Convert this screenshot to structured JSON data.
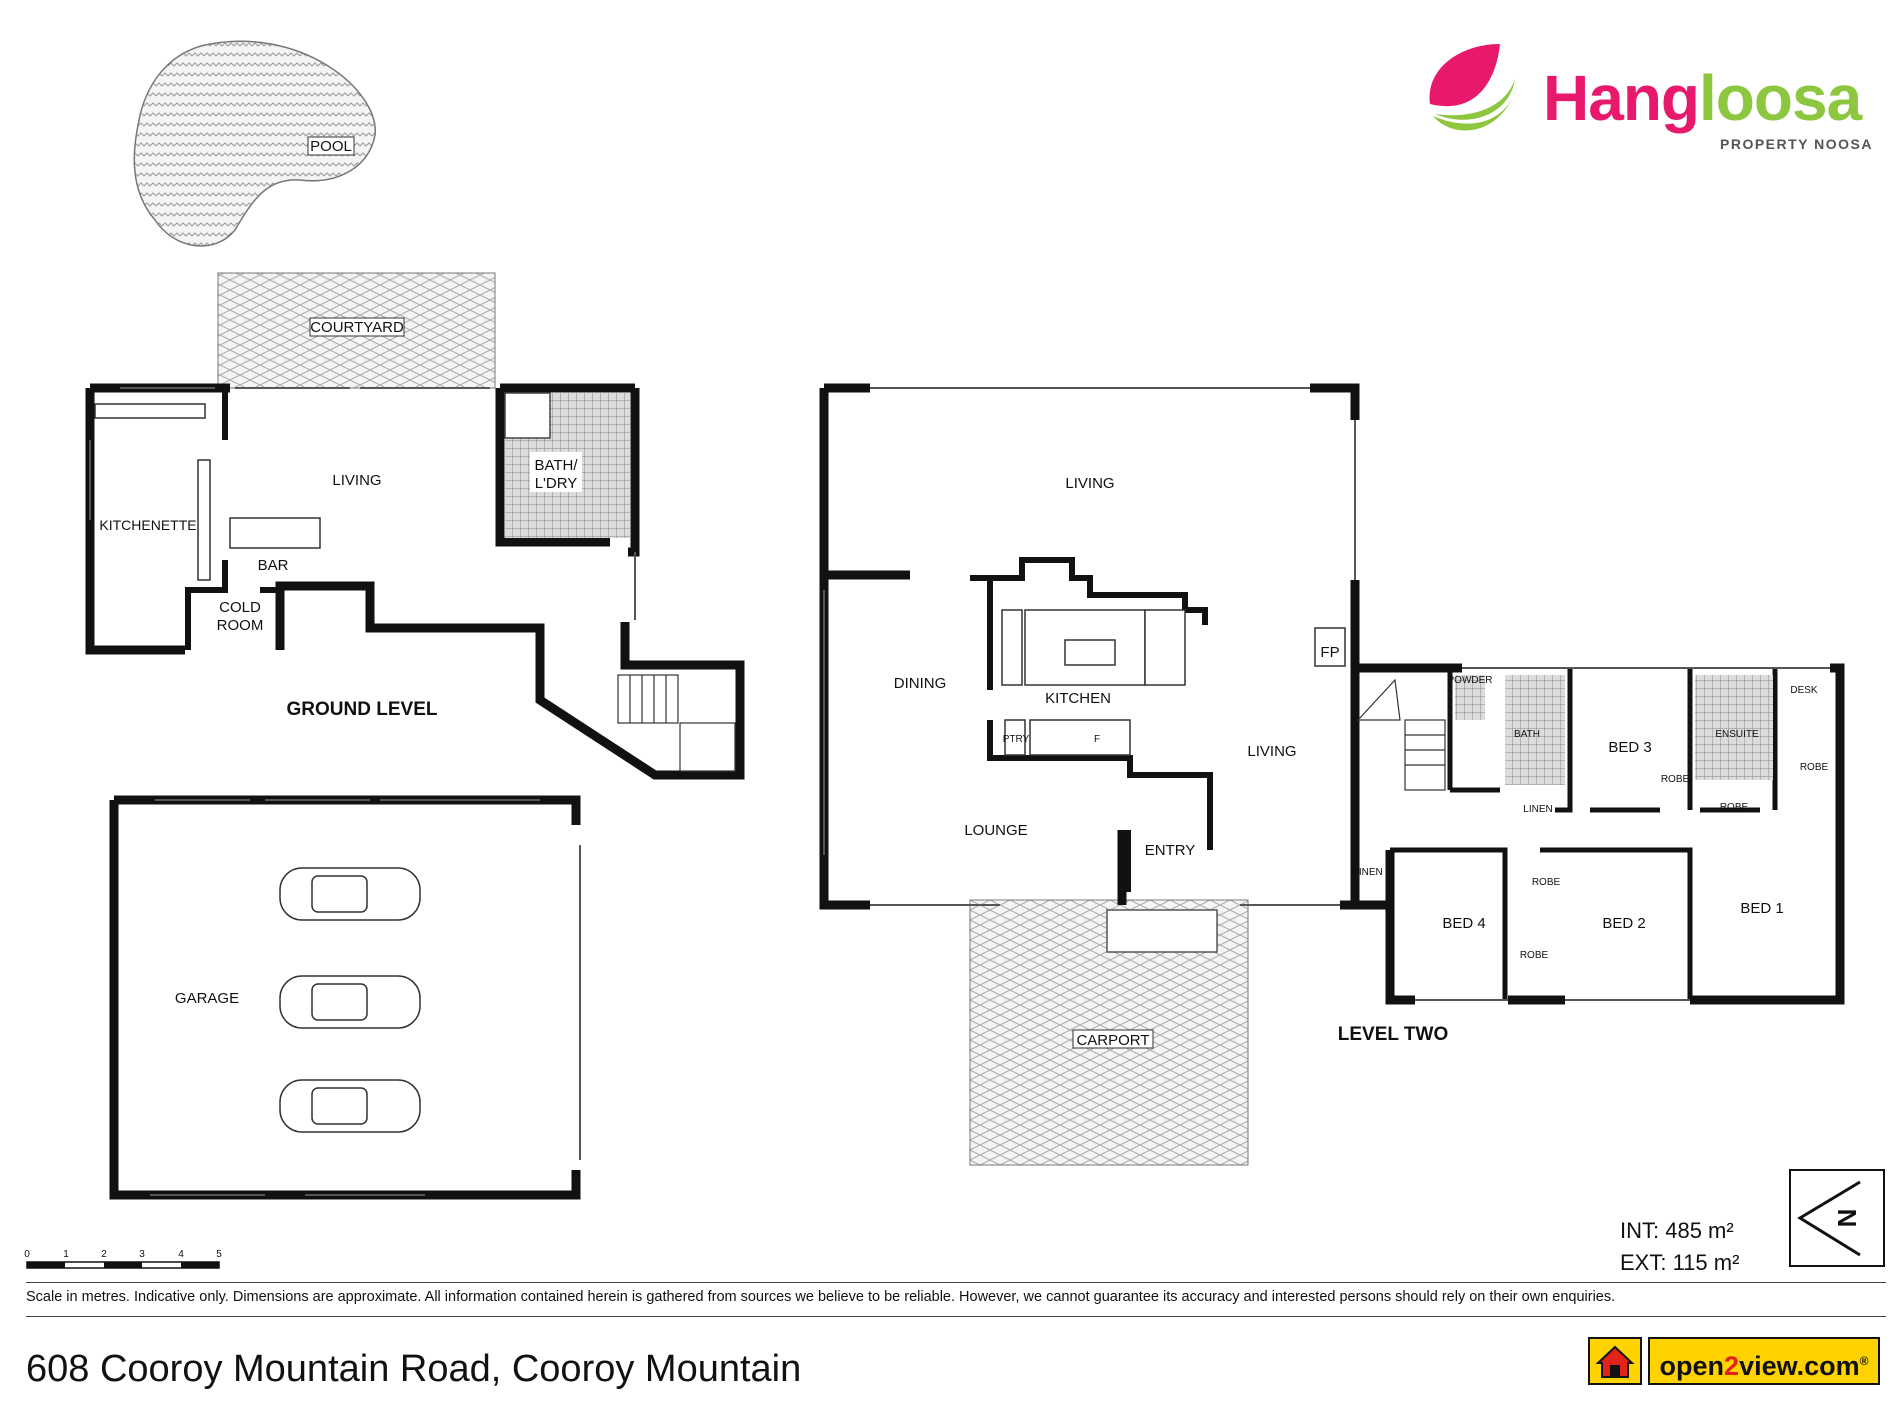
{
  "brand": {
    "name_part1": "Hang",
    "name_part2": "loosa",
    "subtitle": "PROPERTY NOOSA",
    "pink": "#e8186d",
    "green": "#8dc63f"
  },
  "ground_level": {
    "title": "GROUND LEVEL",
    "rooms": {
      "pool": "POOL",
      "courtyard": "COURTYARD",
      "living": "LIVING",
      "bath_line1": "BATH/",
      "bath_line2": "L'DRY",
      "kitchenette": "KITCHENETTE",
      "bar": "BAR",
      "cold_line1": "COLD",
      "cold_line2": "ROOM",
      "garage": "GARAGE"
    }
  },
  "level_two": {
    "title": "LEVEL TWO",
    "rooms": {
      "living_top": "LIVING",
      "dining": "DINING",
      "kitchen": "KITCHEN",
      "living_right": "LIVING",
      "lounge": "LOUNGE",
      "entry": "ENTRY",
      "fp": "FP",
      "ptry": "PTRY",
      "fridge": "F",
      "carport": "CARPORT",
      "powder": "POWDER",
      "bath": "BATH",
      "bed3": "BED 3",
      "ensuite": "ENSUITE",
      "desk": "DESK",
      "robe": "ROBE",
      "linen": "LINEN",
      "bed4": "BED 4",
      "bed2": "BED 2",
      "bed1": "BED 1"
    }
  },
  "scale": {
    "ticks": [
      "0",
      "1",
      "2",
      "3",
      "4",
      "5"
    ]
  },
  "compass": {
    "letter": "N"
  },
  "areas": {
    "int": "INT: 485 m²",
    "ext": "EXT: 115 m²"
  },
  "disclaimer": "Scale in metres. Indicative only. Dimensions are approximate. All information contained herein is gathered from sources we believe to be reliable. However, we cannot guarantee its accuracy and interested persons should rely on their own enquiries.",
  "address": "608 Cooroy Mountain Road, Cooroy Mountain",
  "open2view": {
    "part1": "open",
    "part2": "2",
    "part3": "view.com",
    "mark": "®"
  }
}
